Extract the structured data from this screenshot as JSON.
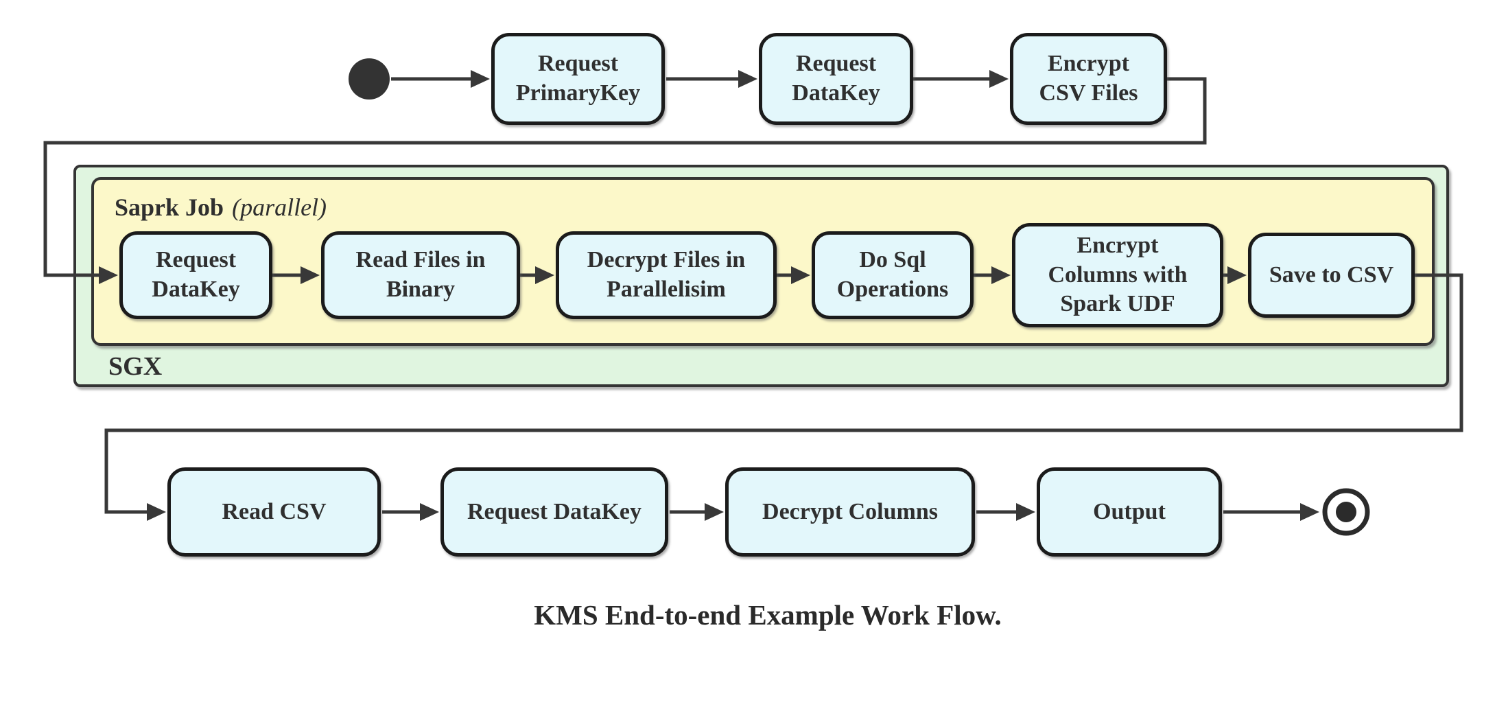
{
  "title": {
    "caption": "KMS End-to-end Example Work Flow."
  },
  "containers": {
    "sgx": {
      "label": "SGX"
    },
    "spark": {
      "label_bold": "Saprk Job",
      "label_italic": "(parallel)"
    }
  },
  "nodes": {
    "start": {
      "kind": "initial-state"
    },
    "end": {
      "kind": "final-state"
    },
    "top": [
      {
        "label": "Request\nPrimaryKey"
      },
      {
        "label": "Request\nDataKey"
      },
      {
        "label": "Encrypt\nCSV Files"
      }
    ],
    "spark": [
      {
        "label": "Request\nDataKey"
      },
      {
        "label": "Read Files in\nBinary"
      },
      {
        "label": "Decrypt Files in\nParallelisim"
      },
      {
        "label": "Do Sql\nOperations"
      },
      {
        "label": "Encrypt\nColumns with\nSpark UDF"
      },
      {
        "label": "Save to CSV"
      }
    ],
    "bottom": [
      {
        "label": "Read CSV"
      },
      {
        "label": "Request DataKey"
      },
      {
        "label": "Decrypt Columns"
      },
      {
        "label": "Output"
      }
    ]
  },
  "colors": {
    "node_fill": "#e3f7fb",
    "node_border": "#1b1b1b",
    "sgx_fill": "#e0f5e0",
    "spark_fill": "#fcf8c9",
    "edge": "#383838",
    "text": "#2f2f2f"
  }
}
